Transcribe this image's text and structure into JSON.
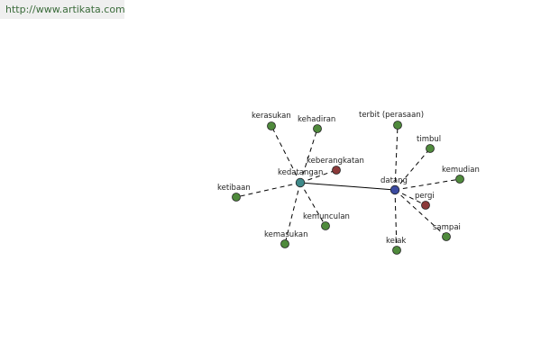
{
  "header": {
    "url": "http://www.artikata.com"
  },
  "colors": {
    "leaf": "#4f8a3c",
    "related": "#8b3a3a",
    "center_1": "#3f8a8a",
    "center_2": "#3b4aa0"
  },
  "graph": {
    "centers": [
      {
        "id": "kedatangan",
        "label": "kedatangan",
        "color_key": "center_1"
      },
      {
        "id": "datang",
        "label": "datang",
        "color_key": "center_2"
      }
    ],
    "center_link": [
      "kedatangan",
      "datang"
    ],
    "nodes": [
      {
        "id": "kerasukan",
        "label": "kerasukan",
        "hub": "kedatangan",
        "color_key": "leaf"
      },
      {
        "id": "kehadiran",
        "label": "kehadiran",
        "hub": "kedatangan",
        "color_key": "leaf"
      },
      {
        "id": "keberangkatan",
        "label": "keberangkatan",
        "hub": "kedatangan",
        "color_key": "related"
      },
      {
        "id": "ketibaan",
        "label": "ketibaan",
        "hub": "kedatangan",
        "color_key": "leaf"
      },
      {
        "id": "kemunculan",
        "label": "kemunculan",
        "hub": "kedatangan",
        "color_key": "leaf"
      },
      {
        "id": "kemasukan",
        "label": "kemasukan",
        "hub": "kedatangan",
        "color_key": "leaf"
      },
      {
        "id": "terbit",
        "label": "terbit (perasaan)",
        "hub": "datang",
        "color_key": "leaf"
      },
      {
        "id": "timbul",
        "label": "timbul",
        "hub": "datang",
        "color_key": "leaf"
      },
      {
        "id": "kemudian",
        "label": "kemudian",
        "hub": "datang",
        "color_key": "leaf"
      },
      {
        "id": "pergi",
        "label": "pergi",
        "hub": "datang",
        "color_key": "related"
      },
      {
        "id": "sampai",
        "label": "sampai",
        "hub": "datang",
        "color_key": "leaf"
      },
      {
        "id": "kelak",
        "label": "kelak",
        "hub": "datang",
        "color_key": "leaf"
      }
    ]
  }
}
